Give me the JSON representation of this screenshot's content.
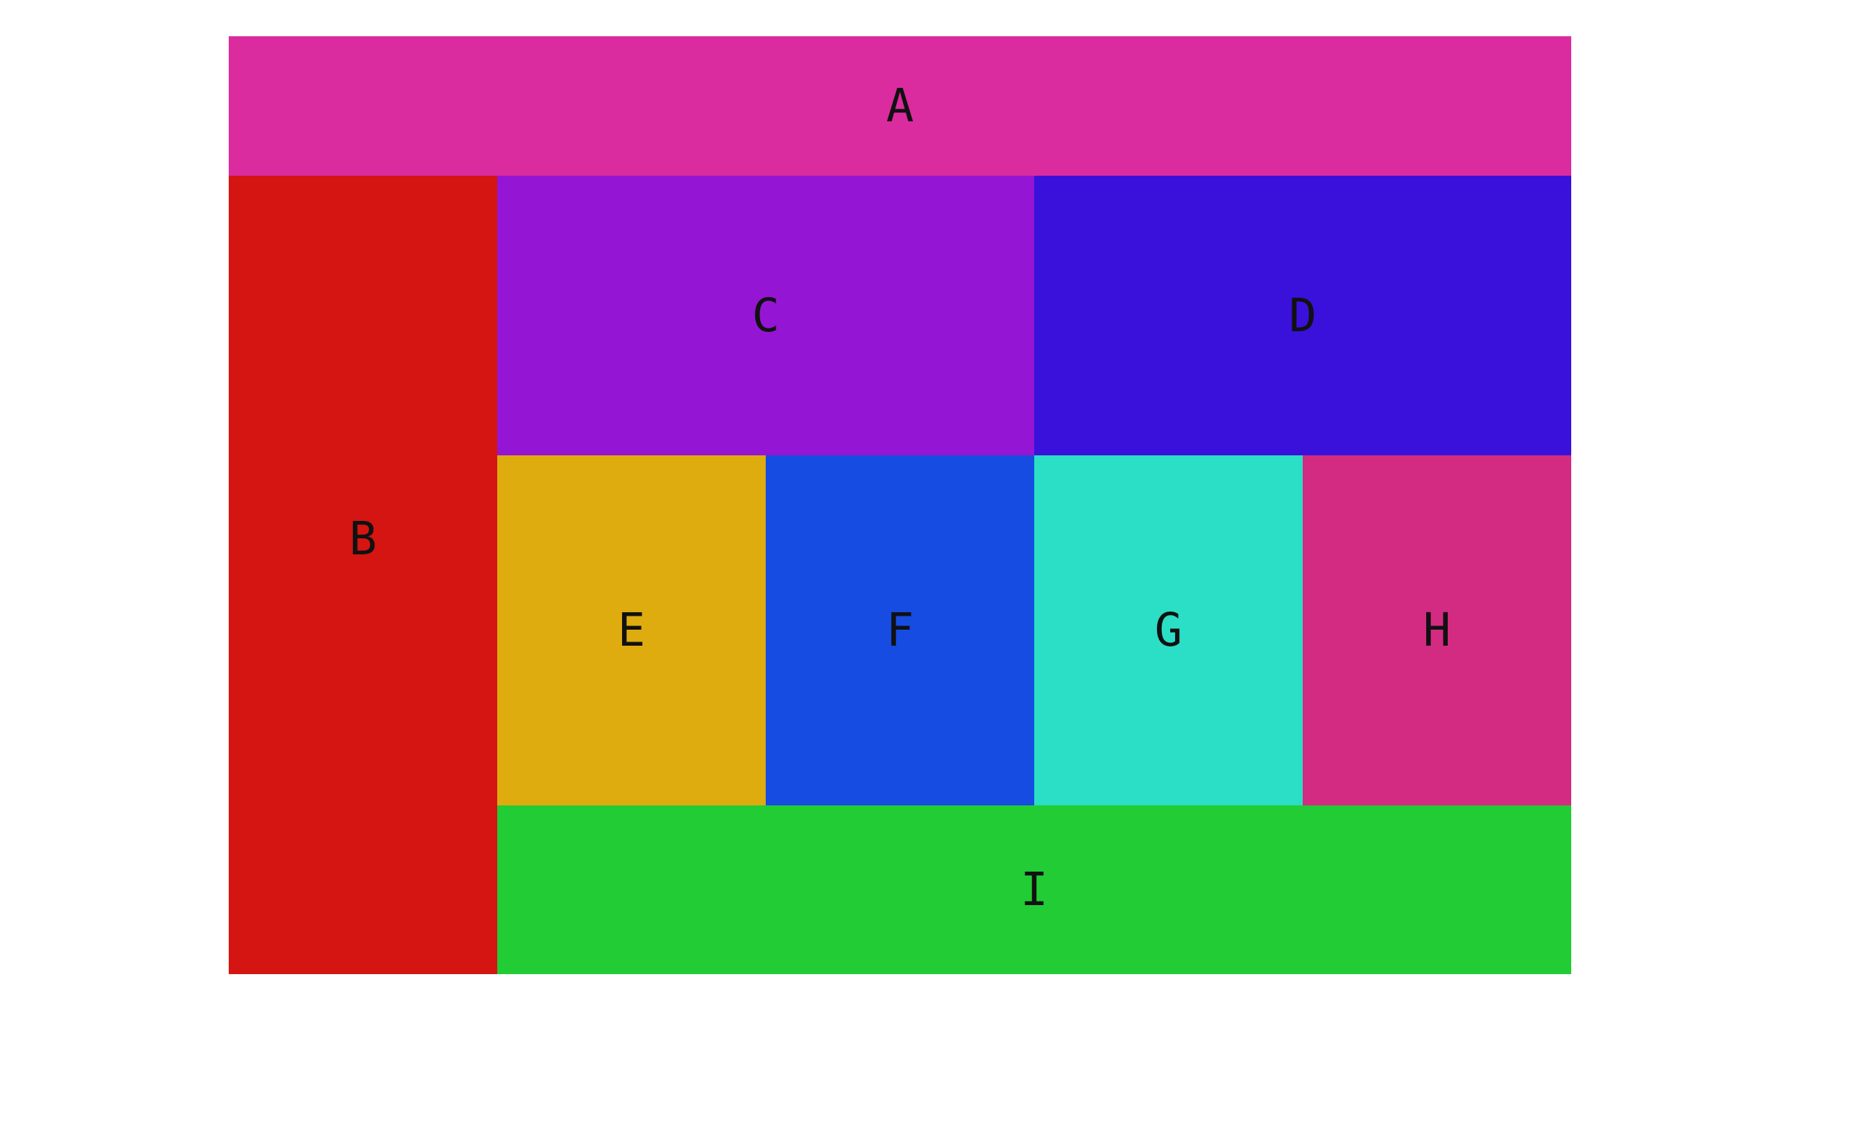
{
  "blocks": {
    "a": {
      "label": "A",
      "color": "#DA2B9F"
    },
    "b": {
      "label": "B",
      "color": "#D41512"
    },
    "c": {
      "label": "C",
      "color": "#9515D4"
    },
    "d": {
      "label": "D",
      "color": "#3911DB"
    },
    "e": {
      "label": "E",
      "color": "#DFAC0F"
    },
    "f": {
      "label": "F",
      "color": "#164CE2"
    },
    "g": {
      "label": "G",
      "color": "#2BDEC6"
    },
    "h": {
      "label": "H",
      "color": "#D32B82"
    },
    "i": {
      "label": "I",
      "color": "#22CC35"
    }
  }
}
